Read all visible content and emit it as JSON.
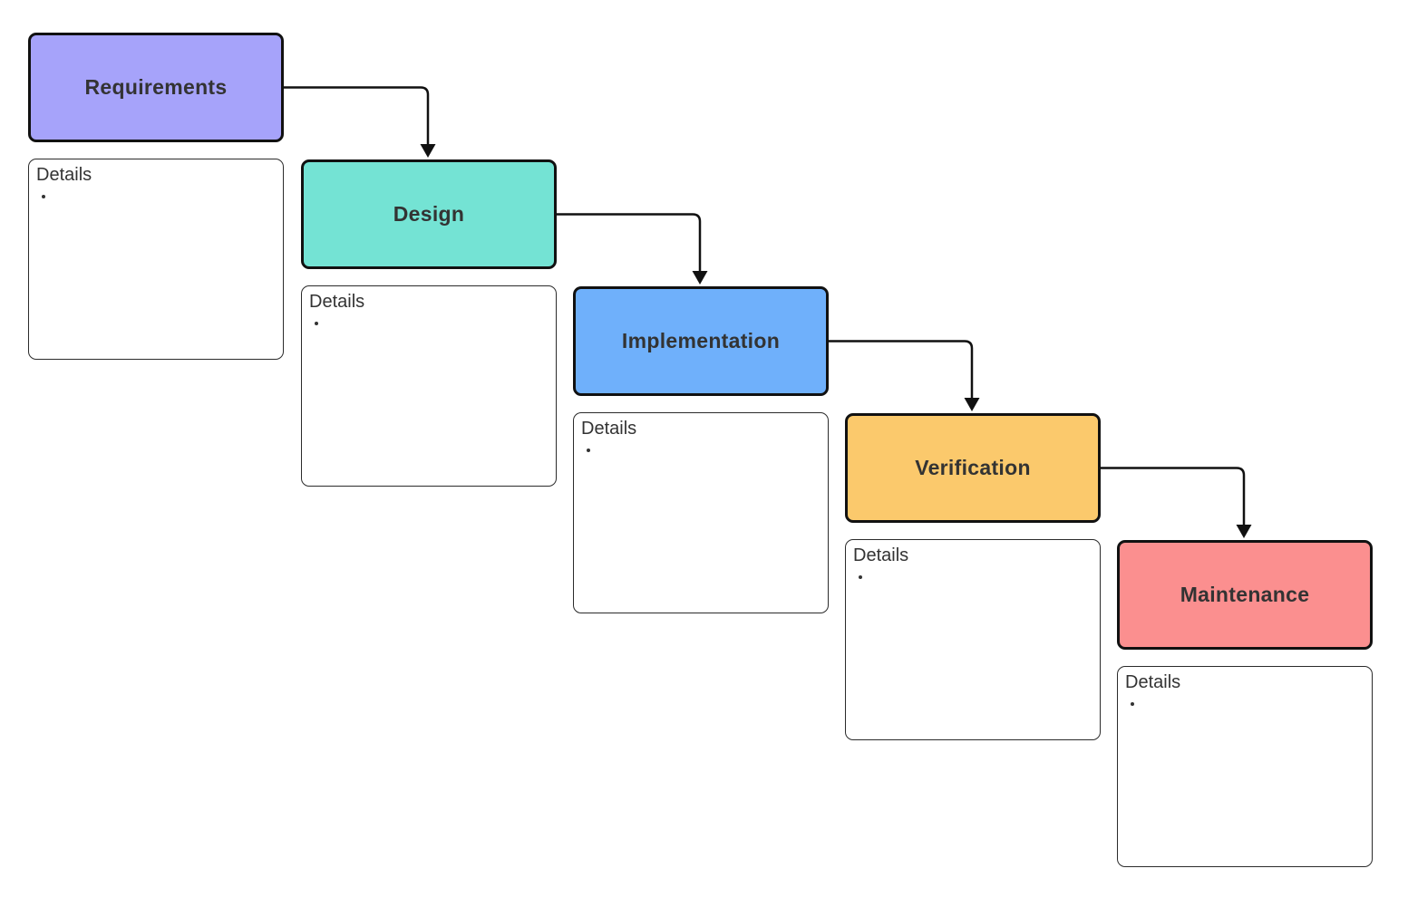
{
  "stages": [
    {
      "label": "Requirements",
      "color": "#a6a3fa",
      "details_label": "Details",
      "bullet": ""
    },
    {
      "label": "Design",
      "color": "#74e3d4",
      "details_label": "Details",
      "bullet": ""
    },
    {
      "label": "Implementation",
      "color": "#6fb0fb",
      "details_label": "Details",
      "bullet": ""
    },
    {
      "label": "Verification",
      "color": "#fbc96c",
      "details_label": "Details",
      "bullet": ""
    },
    {
      "label": "Maintenance",
      "color": "#fb8f8f",
      "details_label": "Details",
      "bullet": ""
    }
  ],
  "connections": [
    {
      "from": "Requirements",
      "to": "Design"
    },
    {
      "from": "Design",
      "to": "Implementation"
    },
    {
      "from": "Implementation",
      "to": "Verification"
    },
    {
      "from": "Verification",
      "to": "Maintenance"
    }
  ],
  "colors": {
    "stroke": "#111111",
    "text": "#333333",
    "background": "#ffffff"
  }
}
